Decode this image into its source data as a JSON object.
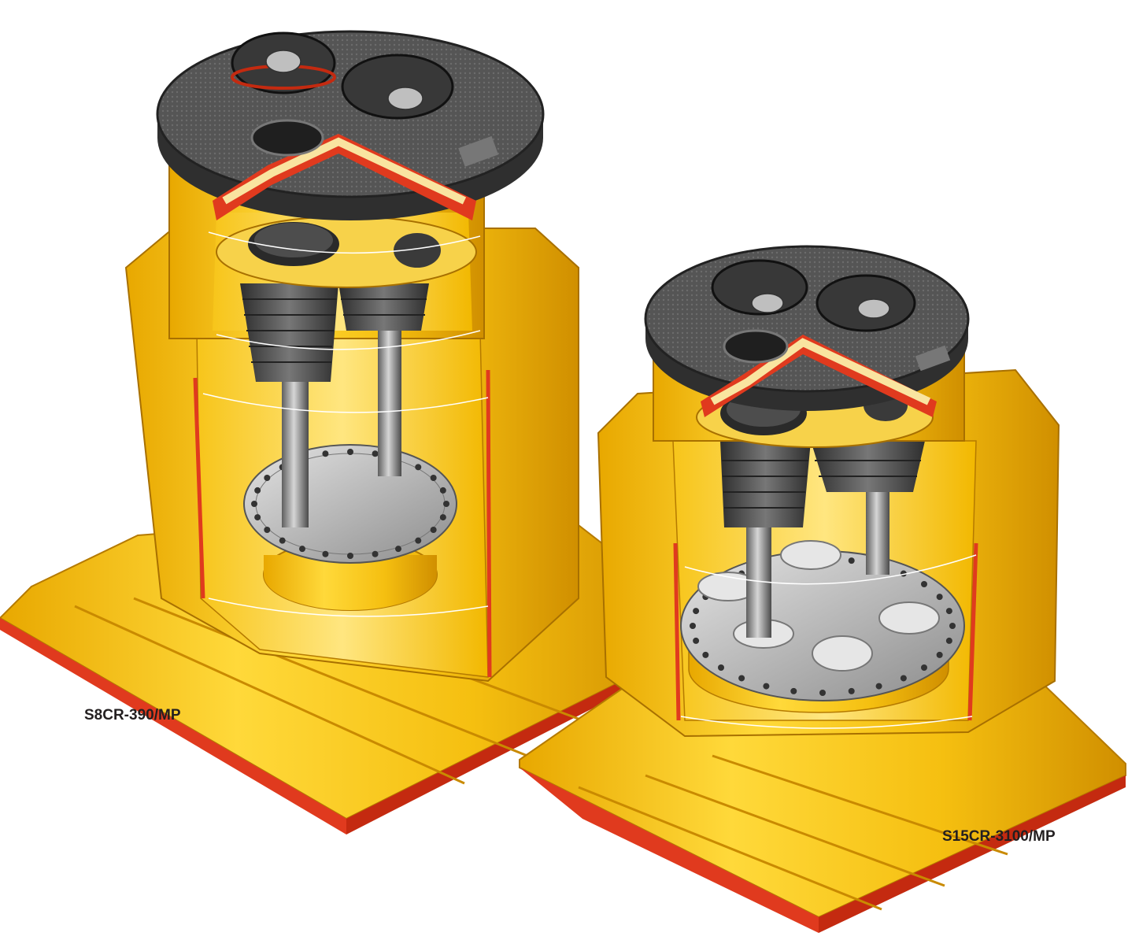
{
  "labels": {
    "left_model": "S8CR-390/MP",
    "right_model": "S15CR-3100/MP"
  },
  "colors": {
    "fiberglass_yellow": "#f6c400",
    "fiberglass_light": "#ffe36a",
    "fiberglass_dark": "#d99a00",
    "cut_edge_red": "#e03a1e",
    "lid_black": "#3a3a3a",
    "lid_grey": "#5a5a5a",
    "steel": "#9a9a9a",
    "bellows": "#4a4a4a",
    "label_text": "#231f20"
  },
  "icons": {
    "left_sump": "containment-sump-illustration",
    "right_sump": "containment-sump-illustration"
  }
}
